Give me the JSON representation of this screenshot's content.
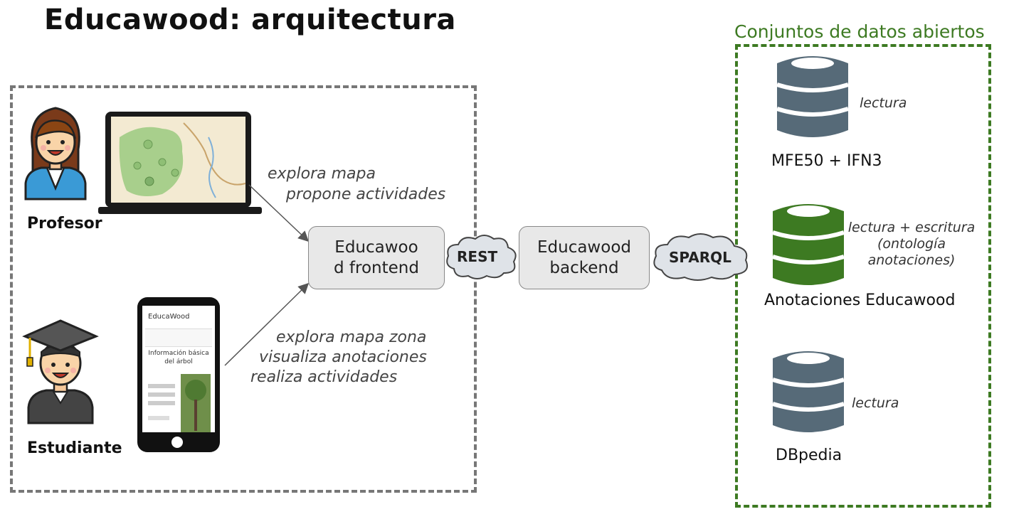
{
  "title": "Educawood: arquitectura",
  "datasets_group_label": "Conjuntos de datos abiertos",
  "roles": {
    "teacher": "Profesor",
    "student": "Estudiante"
  },
  "teacher_actions": [
    "explora mapa",
    "propone actividades"
  ],
  "student_actions": [
    "explora mapa zona",
    "visualiza anotaciones",
    "realiza actividades"
  ],
  "frontend": {
    "line1": "Educawoo",
    "line2": "d frontend"
  },
  "backend": {
    "line1": "Educawood",
    "line2": "backend"
  },
  "protocols": {
    "rest": "REST",
    "sparql": "SPARQL"
  },
  "phone_app": {
    "brand": "EducaWood",
    "heading": "Información básica del árbol"
  },
  "datasets": [
    {
      "name": "MFE50 + IFN3",
      "access": [
        "lectura"
      ],
      "color": "#566a78"
    },
    {
      "name": "Anotaciones Educawood",
      "access": [
        "lectura + escritura",
        "(ontología",
        "anotaciones)"
      ],
      "color": "#3d7a22"
    },
    {
      "name": "DBpedia",
      "access": [
        "lectura"
      ],
      "color": "#566a78"
    }
  ]
}
